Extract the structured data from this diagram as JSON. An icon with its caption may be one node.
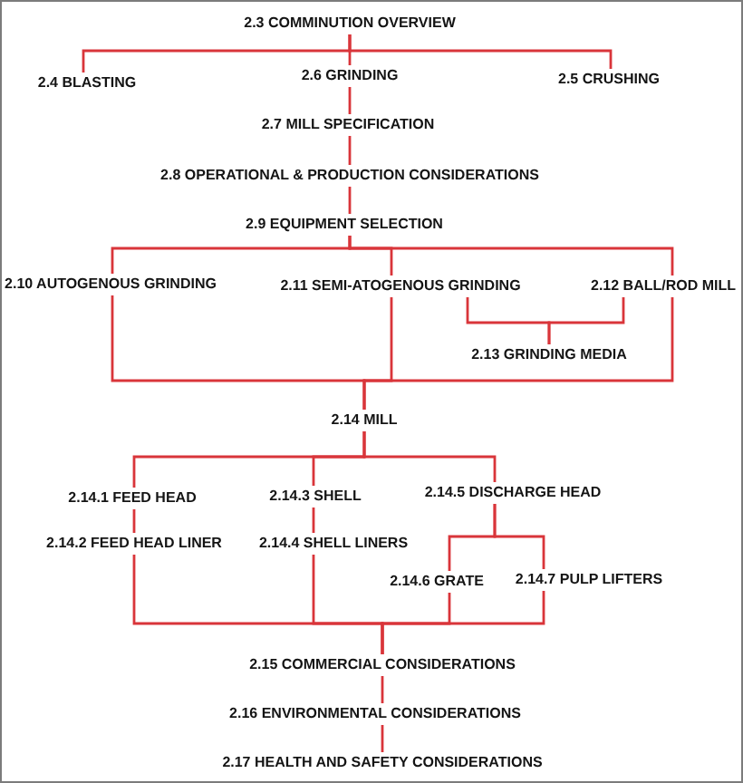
{
  "diagram": {
    "nodes": [
      {
        "text": [
          "2.3 COMMINUTION OVERVIEW"
        ]
      },
      {
        "text": [
          "2.4 BLASTING"
        ]
      },
      {
        "text": [
          "2.6 GRINDING"
        ]
      },
      {
        "text": [
          "2.5 CRUSHING"
        ]
      },
      {
        "text": [
          "2.7 MILL SPECIFICATION"
        ]
      },
      {
        "text": [
          "2.8 OPERATIONAL & PRODUCTION CONSIDERATIONS"
        ]
      },
      {
        "text": [
          "2.9 EQUIPMENT SELECTION"
        ]
      },
      {
        "text": [
          "2.10 AUTOGENOUS GRINDING"
        ]
      },
      {
        "text": [
          "2.11 SEMI-ATOGENOUS GRINDING"
        ]
      },
      {
        "text": [
          "2.12 BALL/ROD MILL"
        ]
      },
      {
        "text": [
          "2.13 GRINDING MEDIA"
        ]
      },
      {
        "text": [
          "2.14 MILL"
        ]
      },
      {
        "text": [
          "2.14.1 FEED HEAD"
        ]
      },
      {
        "text": [
          "2.14.3 SHELL"
        ]
      },
      {
        "text": [
          "2.14.5 DISCHARGE HEAD"
        ]
      },
      {
        "text": [
          "2.14.2 FEED HEAD LINER"
        ]
      },
      {
        "text": [
          "2.14.4 SHELL LINERS"
        ]
      },
      {
        "text": [
          "2.14.6 GRATE"
        ]
      },
      {
        "text": [
          "2.14.7 PULP LIFTERS"
        ]
      },
      {
        "text": [
          "2.15 COMMERCIAL CONSIDERATIONS"
        ]
      },
      {
        "text": [
          "2.16 ENVIRONMENTAL CONSIDERATIONS"
        ]
      },
      {
        "text": [
          "2.17 HEALTH AND SAFETY CONSIDERATIONS"
        ]
      }
    ],
    "edges": [
      {
        "from": 0,
        "to": 1,
        "arrow": "none"
      },
      {
        "from": 0,
        "to": 2,
        "arrow": "none"
      },
      {
        "from": 0,
        "to": 3,
        "arrow": "none"
      },
      {
        "from": 2,
        "to": 4,
        "arrow": "none"
      },
      {
        "from": 4,
        "to": 5,
        "arrow": "none"
      },
      {
        "from": 5,
        "to": 6,
        "arrow": "none"
      },
      {
        "from": 6,
        "to": 7,
        "arrow": "none"
      },
      {
        "from": 6,
        "to": 8,
        "arrow": "none"
      },
      {
        "from": 6,
        "to": 9,
        "arrow": "none"
      },
      {
        "from": 8,
        "to": 10,
        "arrow": "none"
      },
      {
        "from": 9,
        "to": 10,
        "arrow": "none"
      },
      {
        "from": 7,
        "to": 11,
        "arrow": "none"
      },
      {
        "from": 8,
        "to": 11,
        "arrow": "none"
      },
      {
        "from": 9,
        "to": 11,
        "arrow": "none"
      },
      {
        "from": 11,
        "to": 12,
        "arrow": "none"
      },
      {
        "from": 11,
        "to": 13,
        "arrow": "none"
      },
      {
        "from": 11,
        "to": 14,
        "arrow": "none"
      },
      {
        "from": 12,
        "to": 15,
        "arrow": "none"
      },
      {
        "from": 13,
        "to": 16,
        "arrow": "none"
      },
      {
        "from": 14,
        "to": 17,
        "arrow": "none"
      },
      {
        "from": 14,
        "to": 18,
        "arrow": "none"
      },
      {
        "from": 15,
        "to": 19,
        "arrow": "none"
      },
      {
        "from": 16,
        "to": 19,
        "arrow": "none"
      },
      {
        "from": 17,
        "to": 19,
        "arrow": "none"
      },
      {
        "from": 18,
        "to": 19,
        "arrow": "none"
      },
      {
        "from": 19,
        "to": 20,
        "arrow": "none"
      },
      {
        "from": 20,
        "to": 21,
        "arrow": "none"
      }
    ]
  }
}
